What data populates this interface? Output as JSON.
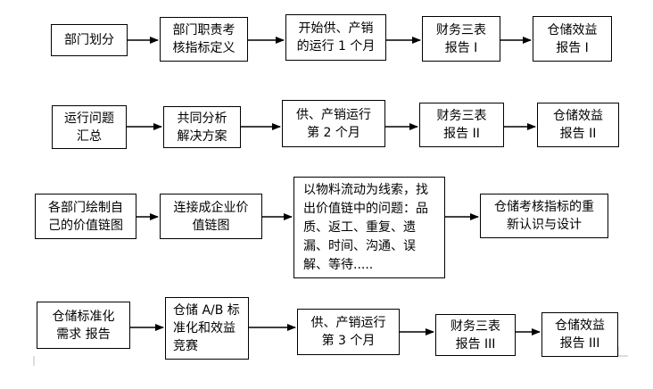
{
  "rows": [
    {
      "boxes": [
        {
          "id": "r1b1",
          "lines": [
            "部门划分"
          ]
        },
        {
          "id": "r1b2",
          "lines": [
            "部门职责考",
            "核指标定义"
          ]
        },
        {
          "id": "r1b3",
          "lines": [
            "开始供、产销",
            "的运行 1 个月"
          ]
        },
        {
          "id": "r1b4",
          "lines": [
            "财务三表",
            "报告 I"
          ]
        },
        {
          "id": "r1b5",
          "lines": [
            "仓储效益",
            "报告 I"
          ]
        }
      ]
    },
    {
      "boxes": [
        {
          "id": "r2b1",
          "lines": [
            "运行问题",
            "汇总"
          ]
        },
        {
          "id": "r2b2",
          "lines": [
            "共同分析",
            "解决方案"
          ]
        },
        {
          "id": "r2b3",
          "lines": [
            "供、产销运行",
            "第 2 个月"
          ]
        },
        {
          "id": "r2b4",
          "lines": [
            "财务三表",
            "报告 II"
          ]
        },
        {
          "id": "r2b5",
          "lines": [
            "仓储效益",
            "报告 II"
          ]
        }
      ]
    },
    {
      "boxes": [
        {
          "id": "r3b1",
          "lines": [
            "各部门绘制自",
            "己的价值链图"
          ]
        },
        {
          "id": "r3b2",
          "lines": [
            "连接成企业价",
            "值链图"
          ]
        },
        {
          "id": "r3b3",
          "lines": [
            "以物料流动为线索，找",
            "出价值链中的问题：品",
            "质、返工、重复、遗",
            "漏、时间、沟通、误",
            "解、等待....."
          ]
        },
        {
          "id": "r3b4",
          "lines": [
            "仓储考核指标的重",
            "新认识与设计"
          ]
        }
      ]
    },
    {
      "boxes": [
        {
          "id": "r4b1",
          "lines": [
            "仓储标准化",
            "需求 报告"
          ]
        },
        {
          "id": "r4b2",
          "lines": [
            "仓储 A/B 标",
            "准化和效益",
            "竞赛"
          ]
        },
        {
          "id": "r4b3",
          "lines": [
            "供、产销运行",
            "第 3 个月"
          ]
        },
        {
          "id": "r4b4",
          "lines": [
            "财务三表",
            "报告 III"
          ]
        },
        {
          "id": "r4b5",
          "lines": [
            "仓储效益",
            "报告 III"
          ]
        }
      ]
    }
  ]
}
